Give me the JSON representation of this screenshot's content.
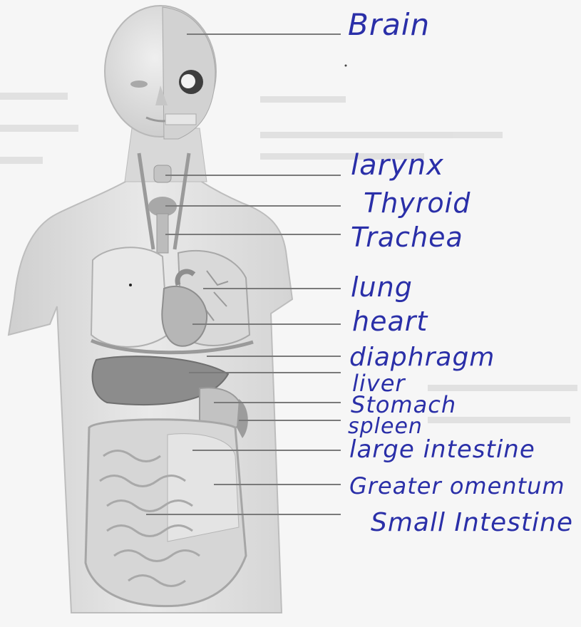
{
  "labels": {
    "brain": "Brain",
    "larynx": "larynx",
    "thyroid": "Thyroid",
    "trachea": "Trachea",
    "lung": "lung",
    "heart": "heart",
    "diaphragm": "diaphragm",
    "liver": "liver",
    "stomach": "Stomach",
    "spleen": "spleen",
    "large_intestine": "large intestine",
    "greater_omentum": "Greater omentum",
    "small_intestine": "Small Intestine"
  },
  "colors": {
    "ink": "#2a2fa8",
    "leader_line": "#7a7a7a",
    "background": "#f6f6f6",
    "skin": "#dedede",
    "organ_dark": "#8e8e8e",
    "organ_mid": "#b8b8b8"
  }
}
